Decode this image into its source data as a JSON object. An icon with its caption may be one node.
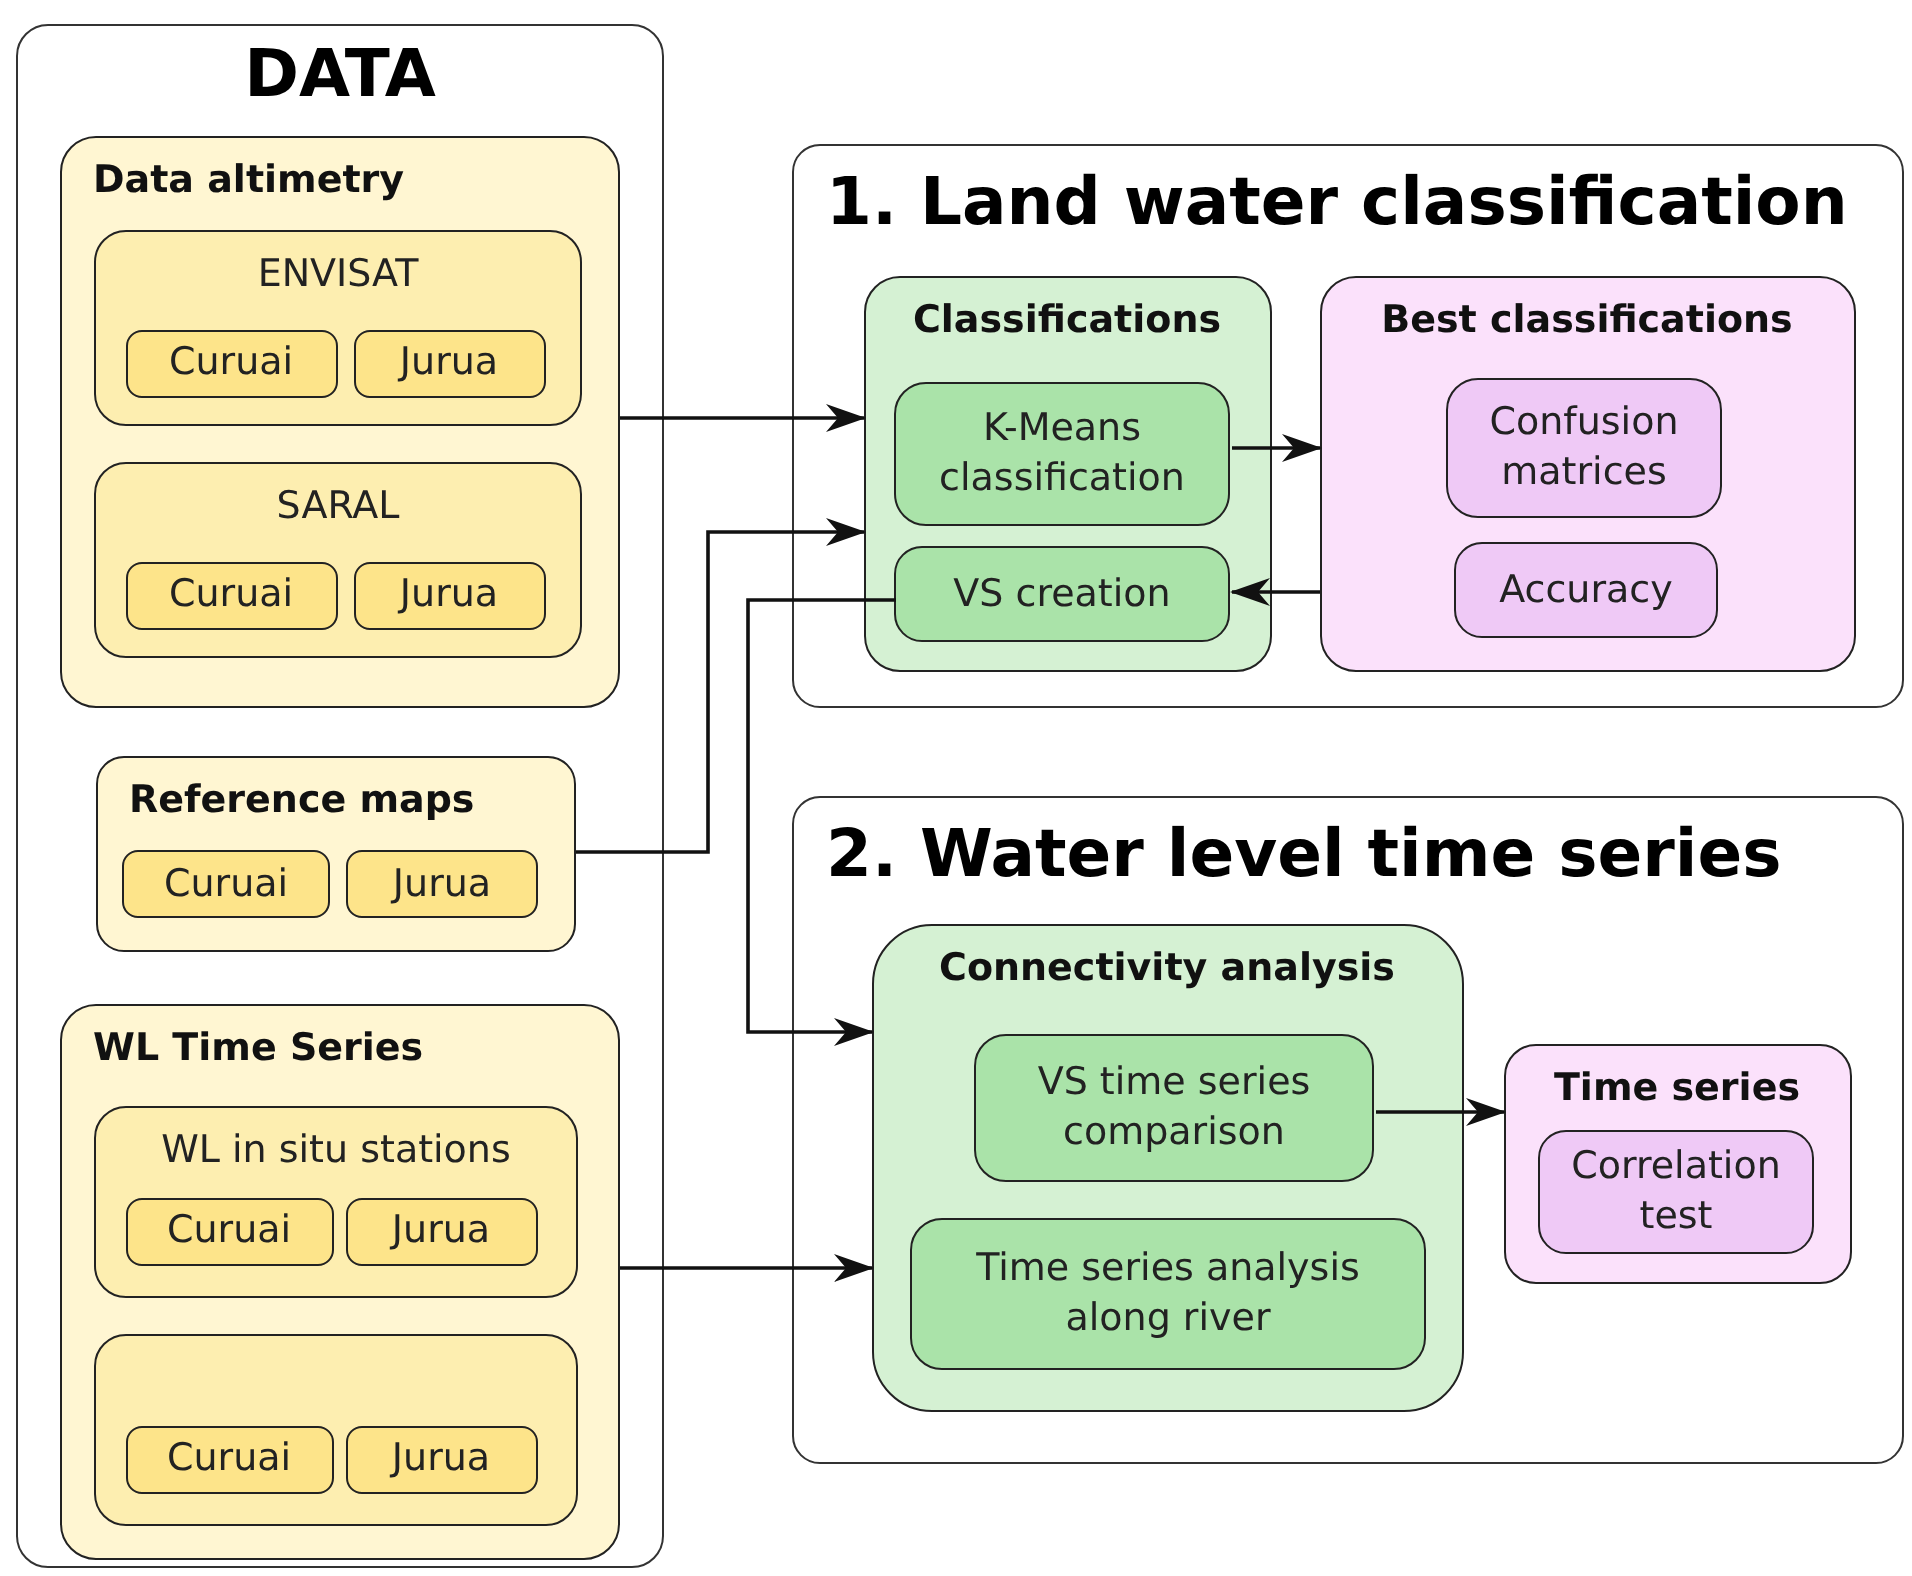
{
  "diagram": {
    "nodes": [
      {
        "text": [
          "DATA"
        ]
      },
      {
        "text": [
          "Data altimetry"
        ],
        "in": 0
      },
      {
        "text": [
          "ENVISAT"
        ],
        "in": 1
      },
      {
        "text": [
          "Curuai"
        ],
        "in": 2
      },
      {
        "text": [
          "Jurua"
        ],
        "in": 2
      },
      {
        "text": [
          "SARAL"
        ],
        "in": 1
      },
      {
        "text": [
          "Curuai"
        ],
        "in": 5
      },
      {
        "text": [
          "Jurua"
        ],
        "in": 5
      },
      {
        "text": [
          "Reference maps"
        ],
        "in": 0
      },
      {
        "text": [
          "Curuai"
        ],
        "in": 8
      },
      {
        "text": [
          "Jurua"
        ],
        "in": 8
      },
      {
        "text": [
          "WL Time Series"
        ],
        "in": 0
      },
      {
        "text": [
          "WL in situ stations"
        ],
        "in": 11
      },
      {
        "text": [
          "Curuai"
        ],
        "in": 12
      },
      {
        "text": [
          "Jurua"
        ],
        "in": 12
      },
      {
        "text": [],
        "shape": "box",
        "in": 11
      },
      {
        "text": [
          "Curuai"
        ],
        "in": 15
      },
      {
        "text": [
          "Jurua"
        ],
        "in": 15
      },
      {
        "text": [
          "1. Land water classification"
        ]
      },
      {
        "text": [
          "Classifications"
        ],
        "in": 18
      },
      {
        "text": [
          "K-Means classification"
        ],
        "in": 19
      },
      {
        "text": [
          "VS creation"
        ],
        "in": 19
      },
      {
        "text": [
          "Best classifications"
        ],
        "in": 18
      },
      {
        "text": [
          "Confusion matrices"
        ],
        "in": 22
      },
      {
        "text": [
          "Accuracy"
        ],
        "in": 22
      },
      {
        "text": [
          "2. Water level time series"
        ]
      },
      {
        "text": [
          "Connectivity analysis"
        ],
        "in": 25
      },
      {
        "text": [
          "VS time series comparison"
        ],
        "in": 26
      },
      {
        "text": [
          "Time series analysis along river"
        ],
        "in": 26
      },
      {
        "text": [
          "Time series"
        ],
        "in": 25
      },
      {
        "text": [
          "Correlation test"
        ],
        "in": 29
      }
    ],
    "edges": [
      {
        "from": 1,
        "to": 19,
        "arrow": "to"
      },
      {
        "from": 8,
        "to": 19,
        "arrow": "to"
      },
      {
        "from": 21,
        "to": 26,
        "arrow": "to"
      },
      {
        "from": 11,
        "to": 26,
        "arrow": "to"
      },
      {
        "from": 20,
        "to": 22,
        "arrow": "to"
      },
      {
        "from": 22,
        "to": 21,
        "arrow": "to"
      },
      {
        "from": 27,
        "to": 29,
        "arrow": "to"
      }
    ]
  }
}
